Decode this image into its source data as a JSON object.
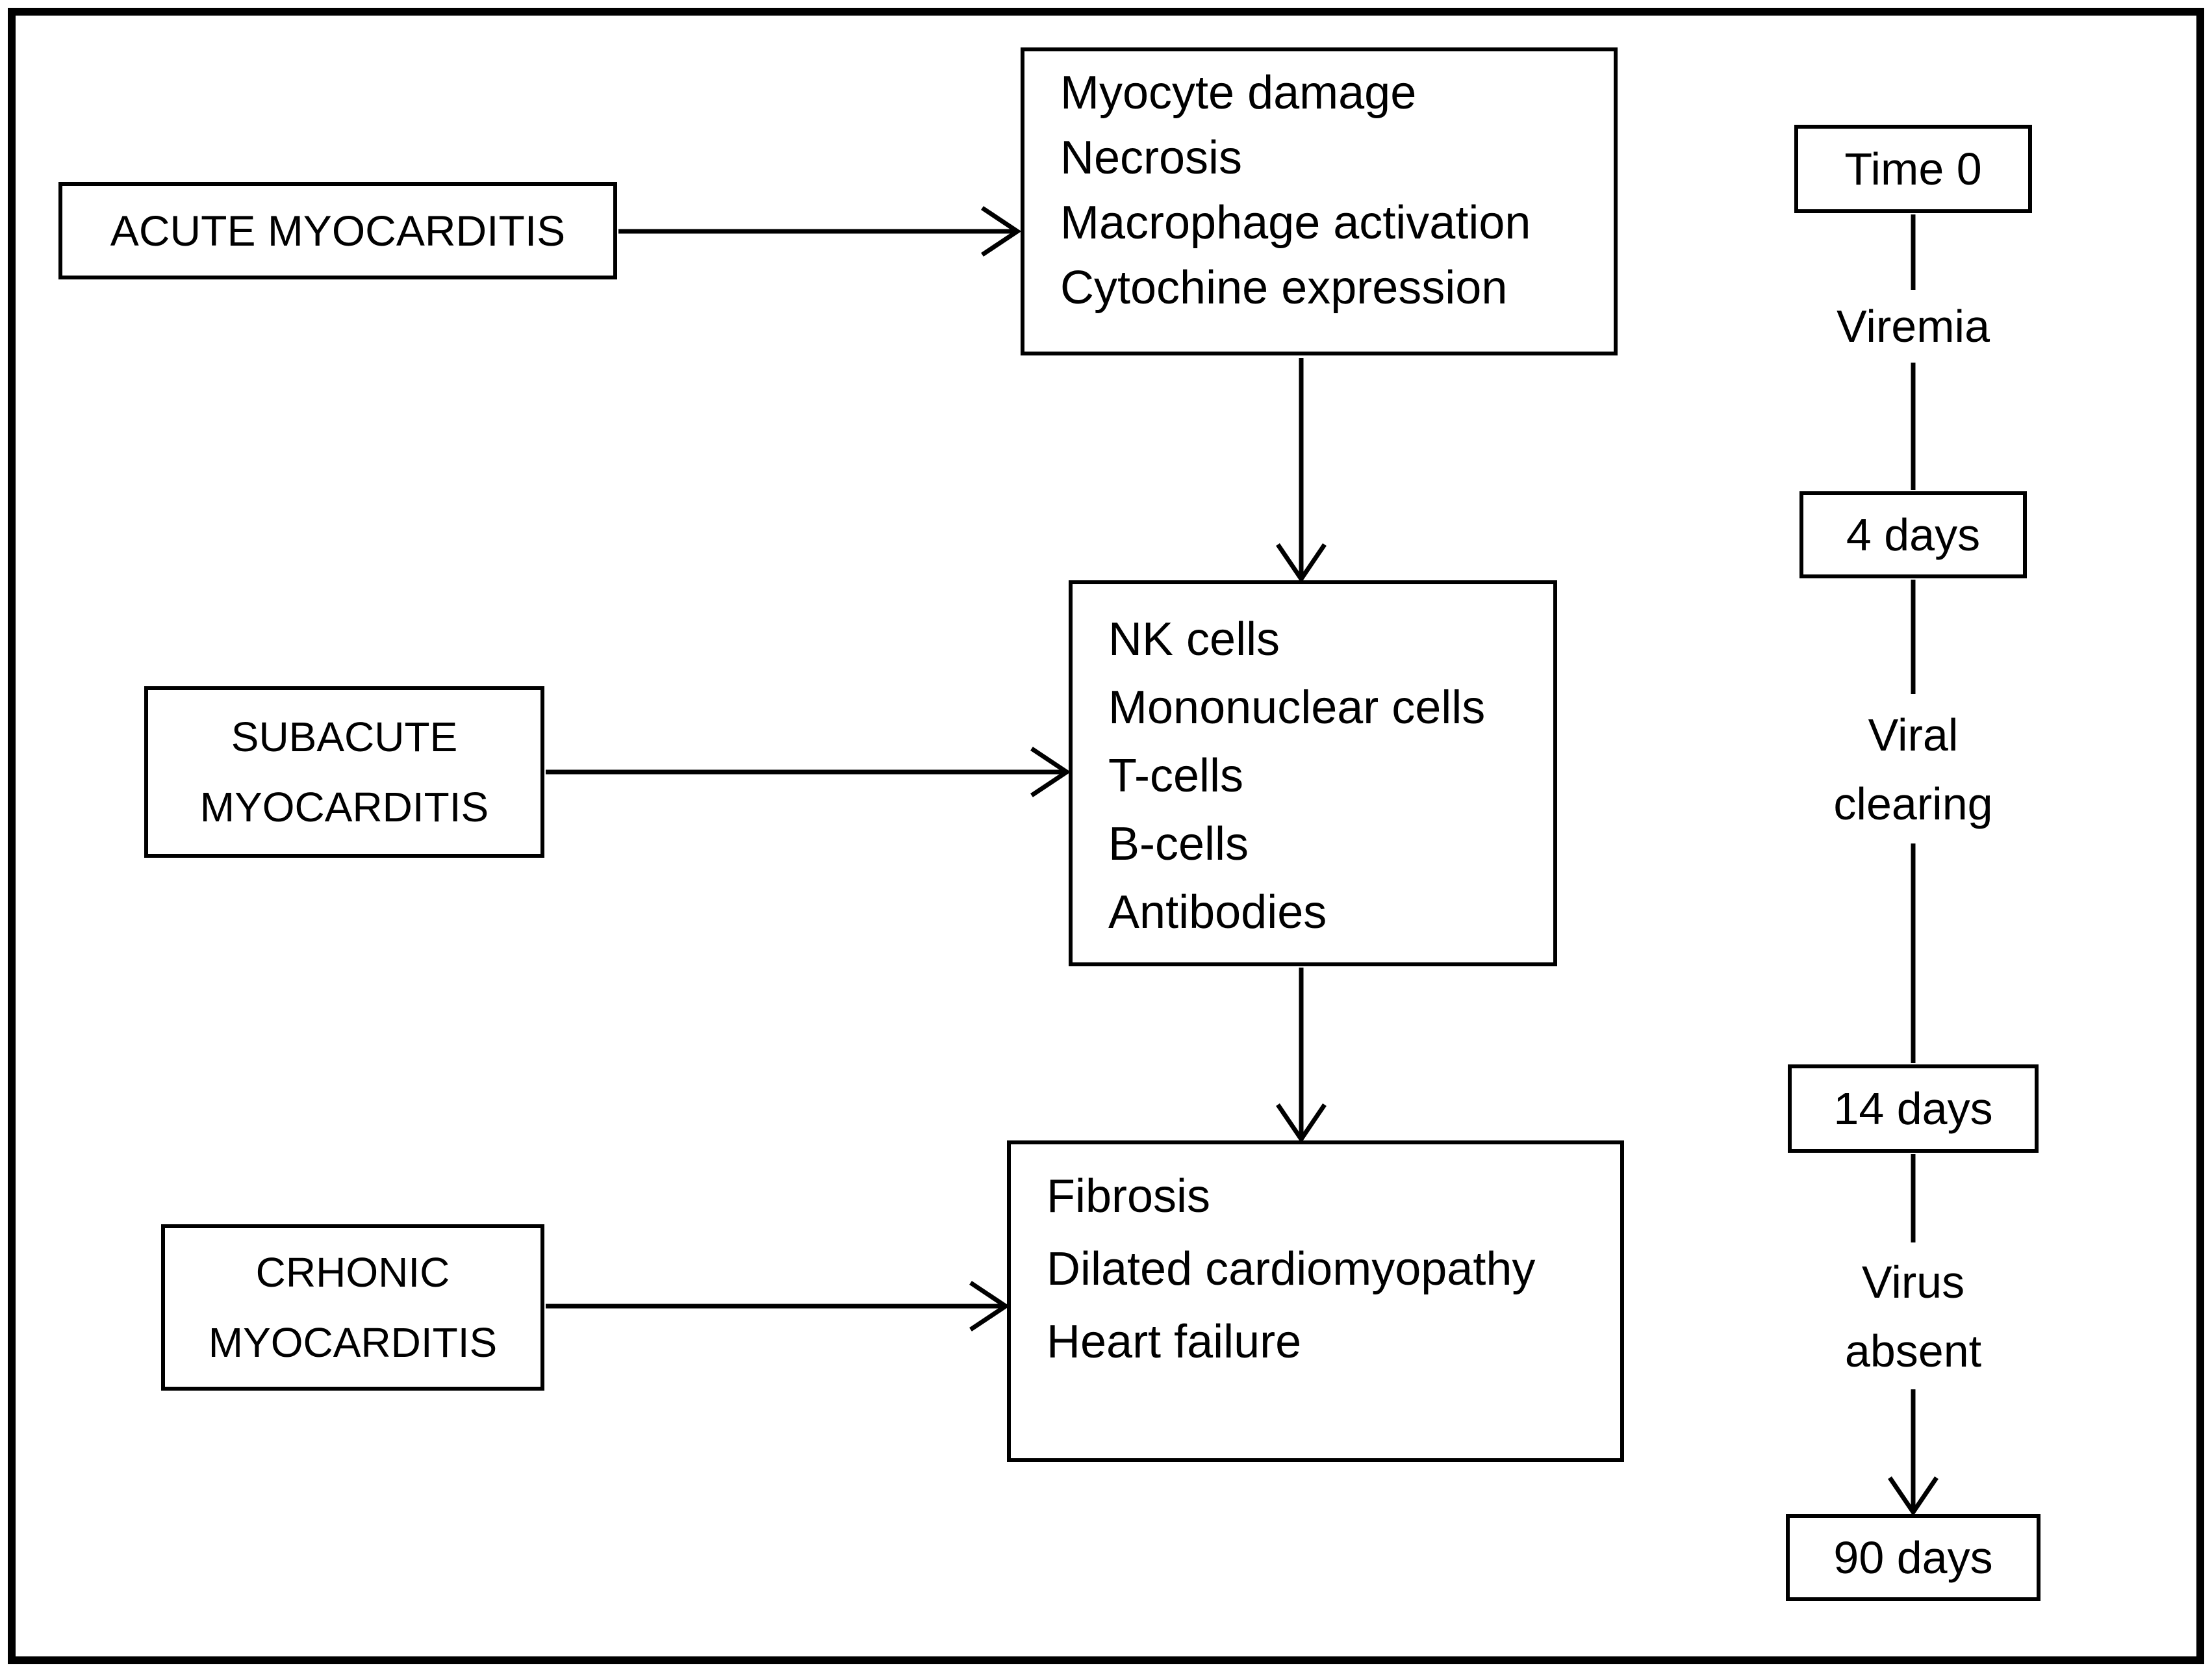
{
  "figure": {
    "background": "#ffffff",
    "ink": "#000000"
  },
  "stages": [
    {
      "label_lines": [
        "ACUTE MYOCARDITIS"
      ]
    },
    {
      "label_lines": [
        "SUBACUTE",
        "MYOCARDITIS"
      ]
    },
    {
      "label_lines": [
        "CRHONIC",
        "MYOCARDITIS"
      ]
    }
  ],
  "processes": [
    {
      "lines": [
        "Myocyte damage",
        "Necrosis",
        "Macrophage activation",
        "Cytochine expression"
      ]
    },
    {
      "lines": [
        "NK cells",
        "Mononuclear cells",
        "T-cells",
        "B-cells",
        "Antibodies"
      ]
    },
    {
      "lines": [
        "Fibrosis",
        "Dilated cardiomyopathy",
        "Heart failure"
      ]
    }
  ],
  "timeline": {
    "milestones": [
      "Time 0",
      "4 days",
      "14 days",
      "90 days"
    ],
    "phases": [
      {
        "lines": [
          "Viremia"
        ]
      },
      {
        "lines": [
          "Viral",
          "clearing"
        ]
      },
      {
        "lines": [
          "Virus",
          "absent"
        ]
      }
    ]
  }
}
